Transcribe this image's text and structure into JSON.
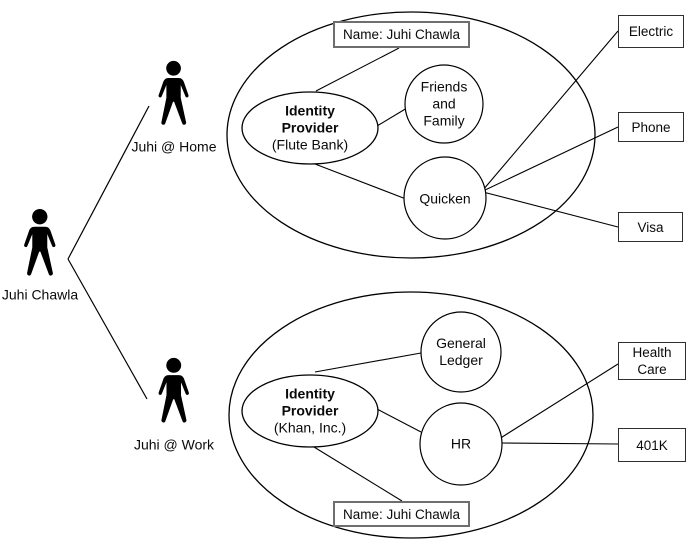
{
  "people": {
    "main": "Juhi Chawla",
    "home": "Juhi @ Home",
    "work": "Juhi @ Work"
  },
  "home_domain": {
    "name_box": "Name: Juhi Chawla",
    "identity_provider": {
      "line1": "Identity",
      "line2": "Provider",
      "line3": "(Flute Bank)"
    },
    "friends_family": {
      "line1": "Friends",
      "line2": "and",
      "line3": "Family"
    },
    "quicken": "Quicken",
    "external_services": {
      "electric": "Electric",
      "phone": "Phone",
      "visa": "Visa"
    }
  },
  "work_domain": {
    "name_box": "Name: Juhi Chawla",
    "identity_provider": {
      "line1": "Identity",
      "line2": "Provider",
      "line3": "(Khan, Inc.)"
    },
    "general_ledger": {
      "line1": "General",
      "line2": "Ledger"
    },
    "hr": "HR",
    "external_services": {
      "health_care": {
        "line1": "Health",
        "line2": "Care"
      },
      "retirement_401k": "401K"
    }
  },
  "icons": {
    "person": "person-icon"
  },
  "colors": {
    "background": "#ffffff",
    "stroke": "#000000",
    "name_box_border": "#6e6e6e",
    "service_box_border": "#2f2f2f"
  }
}
